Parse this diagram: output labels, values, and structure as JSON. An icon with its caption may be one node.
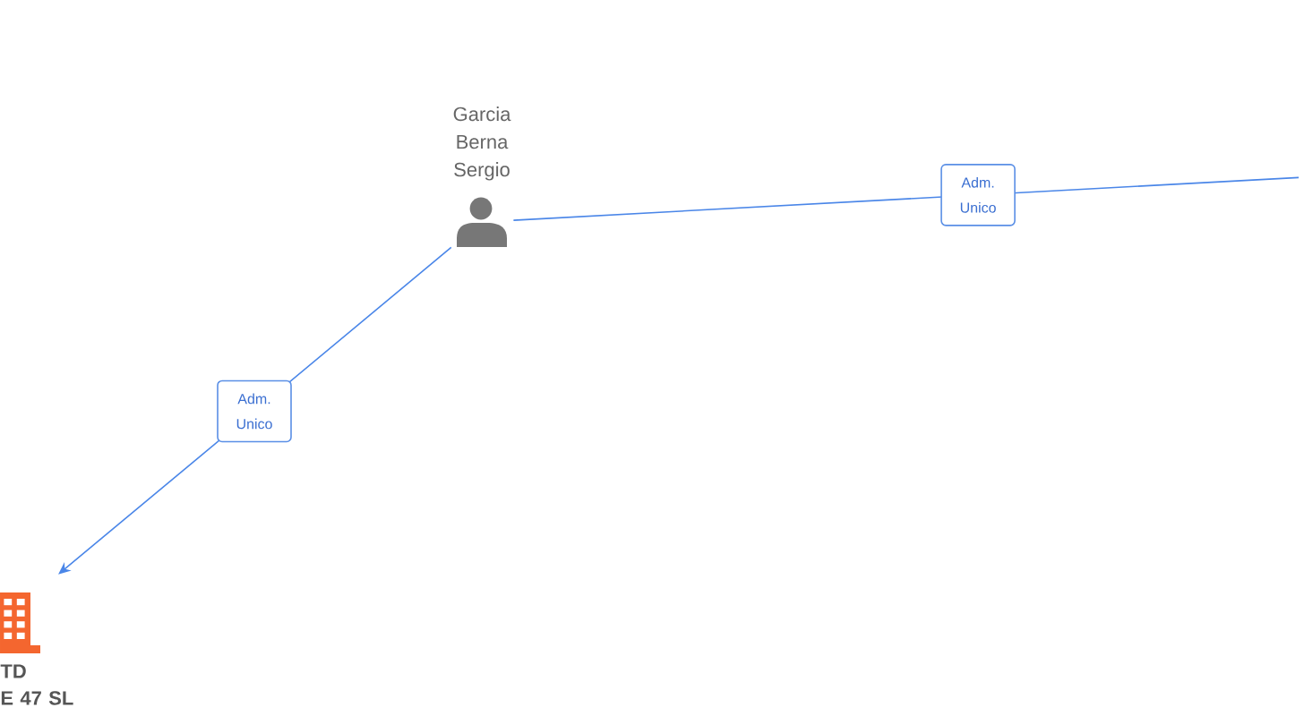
{
  "diagram": {
    "nodes": [
      {
        "text": [
          "Garcia Berna Sergio"
        ]
      },
      {
        "text": [
          "TD E 47 SL"
        ]
      }
    ],
    "edges": [
      {
        "from": 0,
        "to": null,
        "arrow": "none",
        "label": "Adm. Unico"
      },
      {
        "from": 0,
        "to": 1,
        "arrow": "to",
        "label": "Adm. Unico"
      }
    ]
  }
}
